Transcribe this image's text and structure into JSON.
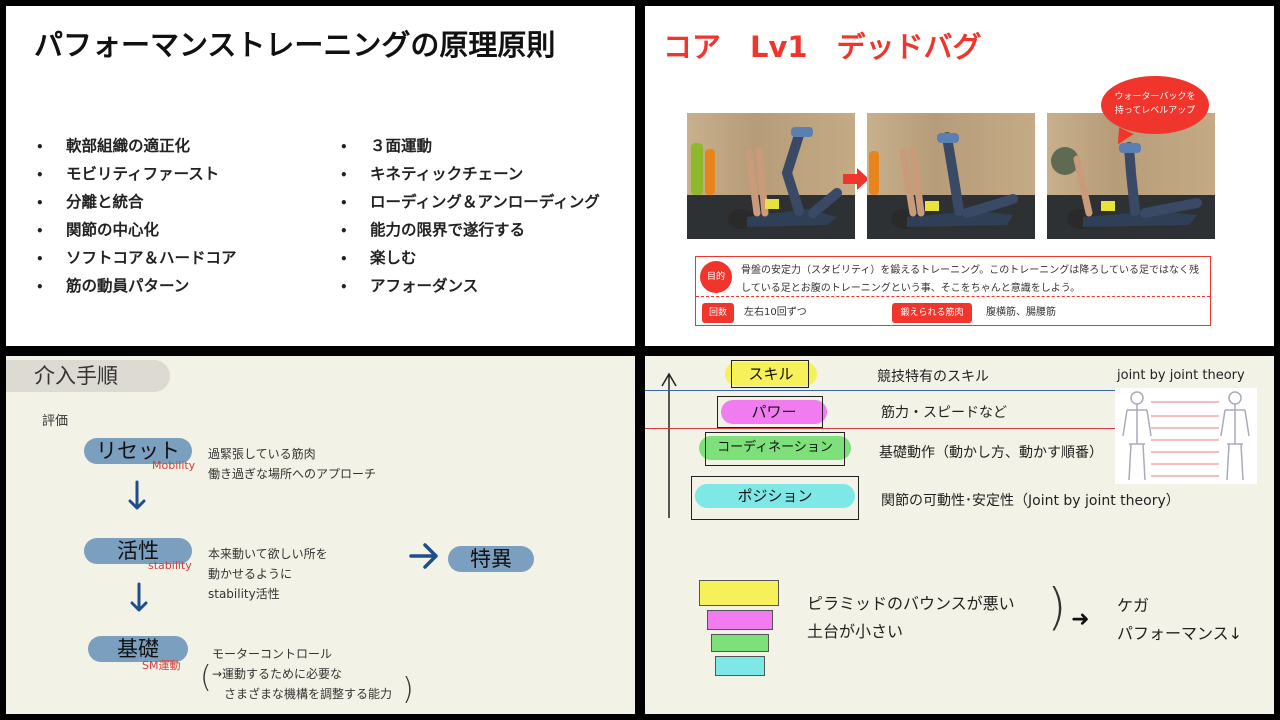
{
  "panel1": {
    "title": "パフォーマンストレーニングの原理原則",
    "col1": [
      "軟部組織の適正化",
      "モビリティファースト",
      "分離と統合",
      "関節の中心化",
      "ソフトコア＆ハードコア",
      "筋の動員パターン"
    ],
    "col2": [
      "３面運動",
      "キネティックチェーン",
      "ローディング＆アンローディング",
      "能力の限界で遂行する",
      "楽しむ",
      "アフォーダンス"
    ]
  },
  "panel2": {
    "title": "コア　Lv1　デッドバグ",
    "bubble_line1": "ウォーターバックを",
    "bubble_line2": "持ってレベルアップ",
    "purpose_label": "目的",
    "purpose_text": "骨盤の安定力（スタビリティ）を鍛えるトレーニング。このトレーニングは降ろしている足ではなく残している足とお腹のトレーニングという事、そこをちゃんと意識をしよう。",
    "reps_label": "回数",
    "reps_value": "左右10回ずつ",
    "muscles_label": "鍛えられる筋肉",
    "muscles_value": "腹横筋、腸腰筋",
    "colors": {
      "accent": "#f0352c"
    }
  },
  "panel3": {
    "header": "介入手順",
    "eval": "評価",
    "step1": {
      "label": "リセット",
      "sub": "Mobility",
      "desc1": "過緊張している筋肉",
      "desc2": "働き過ぎな場所へのアプローチ"
    },
    "step2": {
      "label": "活性",
      "sub": "stability",
      "desc1": "本来動いて欲しい所を",
      "desc2": "動かせるように",
      "desc3": "stability活性"
    },
    "step3": {
      "label": "基礎",
      "sub": "SM運動",
      "desc1": "モーターコントロール",
      "desc2": "→運動するために必要な",
      "desc3": "さまざまな機構を調整する能力"
    },
    "special": "特異",
    "paren_open": "(",
    "paren_close": ")",
    "colors": {
      "pill": "#7b9fbe",
      "sub": "#d33c3c",
      "arrow": "#1f4e8c"
    }
  },
  "panel4": {
    "levels": [
      {
        "label": "スキル",
        "desc": "競技特有のスキル",
        "color": "#f6f05a"
      },
      {
        "label": "パワー",
        "desc": "筋力・スピードなど",
        "color": "#f07cf0"
      },
      {
        "label": "コーディネーション",
        "desc": "基礎動作（動かし方、動かす順番）",
        "color": "#7ee07a"
      },
      {
        "label": "ポジション",
        "desc": "関節の可動性･安定性（Joint by joint theory）",
        "color": "#7ee8e6"
      }
    ],
    "jbj_label": "joint by joint theory",
    "pyramid_line1": "ピラミッドのバウンスが悪い",
    "pyramid_line2": "土台が小さい",
    "result_line1": "ケガ",
    "result_line2": "パフォーマンス↓",
    "arrow_symbol": "➜",
    "paren_symbol": ")"
  }
}
